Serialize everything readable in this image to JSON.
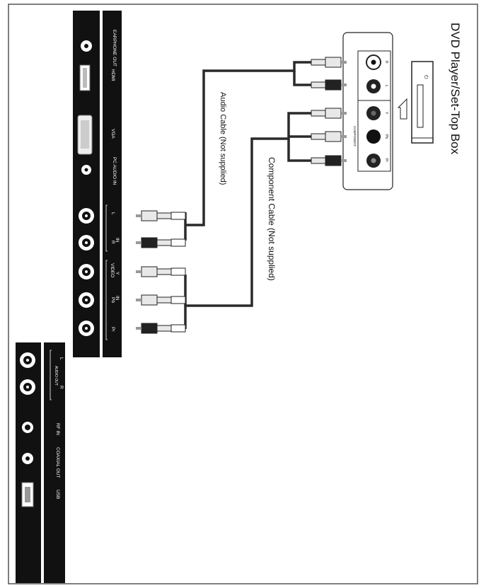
{
  "title": "DVD Player/Set-Top Box",
  "cables": {
    "audio": "Audio Cable (Not supplied)",
    "component": "Component Cable (Not supplied)"
  },
  "tv_top_panel": {
    "earphone": "EARPHONE OUT",
    "hdmi": "HDMI",
    "vga": "VGA",
    "pc_audio": "PC AUDIO IN",
    "audio_in": "IN",
    "l": "L",
    "r": "R",
    "video": "VIDEO",
    "y": "Y",
    "video_in": "IN",
    "pb": "Pb",
    "pr": "Pr"
  },
  "tv_bottom_panel": {
    "audio_out": "AUDIO OUT",
    "l": "L",
    "r": "R",
    "rf": "RF IN",
    "coaxial": "COAXIAL OUT",
    "usb": "USB"
  },
  "dvd_box": {
    "r": "R",
    "l": "L",
    "y": "Y",
    "pb": "Pb",
    "pr": "Pr",
    "component": "COMPONENT"
  },
  "colors": {
    "panel": "#111111",
    "cable": "#2a2a2a",
    "plug_white": "#e8e8e8",
    "plug_black": "#222222"
  }
}
